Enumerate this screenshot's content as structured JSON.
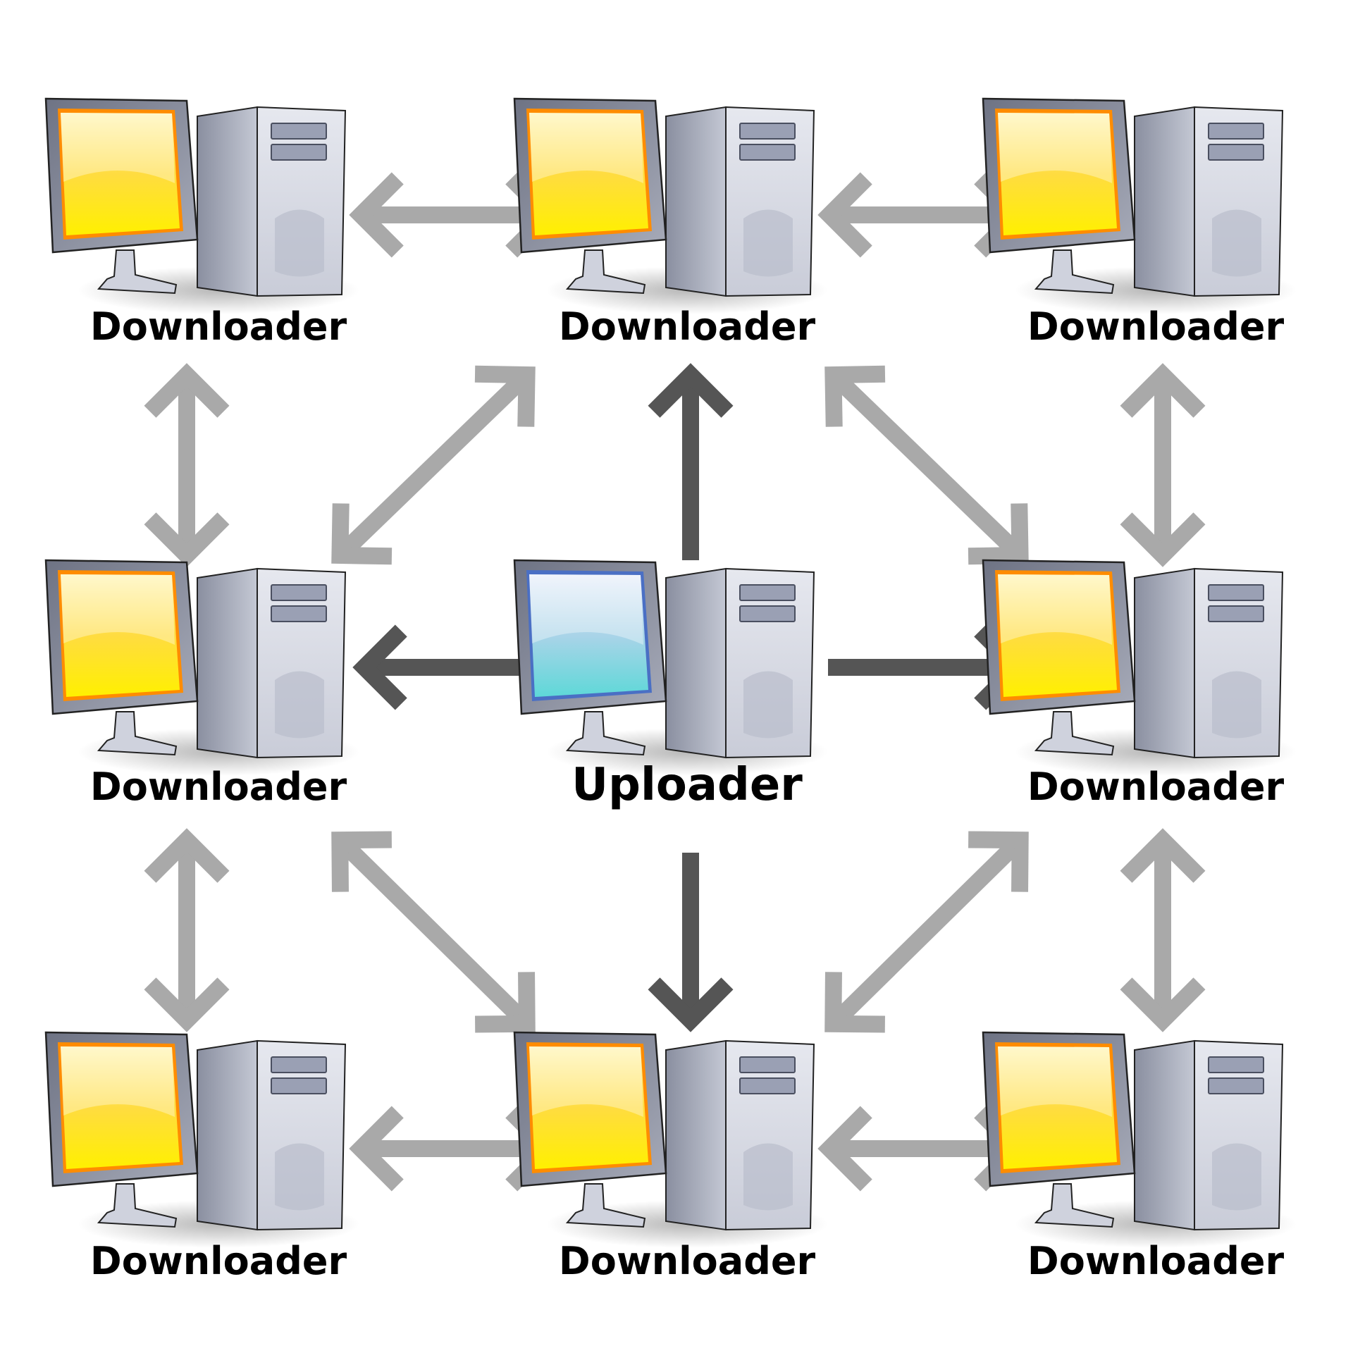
{
  "colors": {
    "background": "#ffffff",
    "peer_arrow": "#a9a9a9",
    "source_arrow": "#555555",
    "downloader_screen_top": "#fff4b0",
    "downloader_screen_bottom": "#ffd400",
    "downloader_bezel": "#ff8c00",
    "uploader_screen_top": "#e8eefa",
    "uploader_screen_bottom": "#5ed8d8",
    "uploader_bezel": "#4a6fc4"
  },
  "nodes": [
    {
      "id": "top-left",
      "role": "downloader",
      "label": "Downloader"
    },
    {
      "id": "top-center",
      "role": "downloader",
      "label": "Downloader"
    },
    {
      "id": "top-right",
      "role": "downloader",
      "label": "Downloader"
    },
    {
      "id": "mid-left",
      "role": "downloader",
      "label": "Downloader"
    },
    {
      "id": "center",
      "role": "uploader",
      "label": "Uploader"
    },
    {
      "id": "mid-right",
      "role": "downloader",
      "label": "Downloader"
    },
    {
      "id": "bottom-left",
      "role": "downloader",
      "label": "Downloader"
    },
    {
      "id": "bottom-center",
      "role": "downloader",
      "label": "Downloader"
    },
    {
      "id": "bottom-right",
      "role": "downloader",
      "label": "Downloader"
    }
  ],
  "connections": [
    {
      "from": "top-left",
      "to": "top-center",
      "direction": "both",
      "kind": "peer"
    },
    {
      "from": "top-center",
      "to": "top-right",
      "direction": "both",
      "kind": "peer"
    },
    {
      "from": "bottom-left",
      "to": "bottom-center",
      "direction": "both",
      "kind": "peer"
    },
    {
      "from": "bottom-center",
      "to": "bottom-right",
      "direction": "both",
      "kind": "peer"
    },
    {
      "from": "top-left",
      "to": "mid-left",
      "direction": "both",
      "kind": "peer"
    },
    {
      "from": "mid-left",
      "to": "bottom-left",
      "direction": "both",
      "kind": "peer"
    },
    {
      "from": "top-right",
      "to": "mid-right",
      "direction": "both",
      "kind": "peer"
    },
    {
      "from": "mid-right",
      "to": "bottom-right",
      "direction": "both",
      "kind": "peer"
    },
    {
      "from": "mid-left",
      "to": "top-center",
      "direction": "both",
      "kind": "peer"
    },
    {
      "from": "top-center",
      "to": "mid-right",
      "direction": "both",
      "kind": "peer"
    },
    {
      "from": "mid-left",
      "to": "bottom-center",
      "direction": "both",
      "kind": "peer"
    },
    {
      "from": "bottom-center",
      "to": "mid-right",
      "direction": "both",
      "kind": "peer"
    },
    {
      "from": "center",
      "to": "top-center",
      "direction": "forward",
      "kind": "source"
    },
    {
      "from": "center",
      "to": "mid-left",
      "direction": "forward",
      "kind": "source"
    },
    {
      "from": "center",
      "to": "mid-right",
      "direction": "forward",
      "kind": "source"
    },
    {
      "from": "center",
      "to": "bottom-center",
      "direction": "forward",
      "kind": "source"
    }
  ]
}
